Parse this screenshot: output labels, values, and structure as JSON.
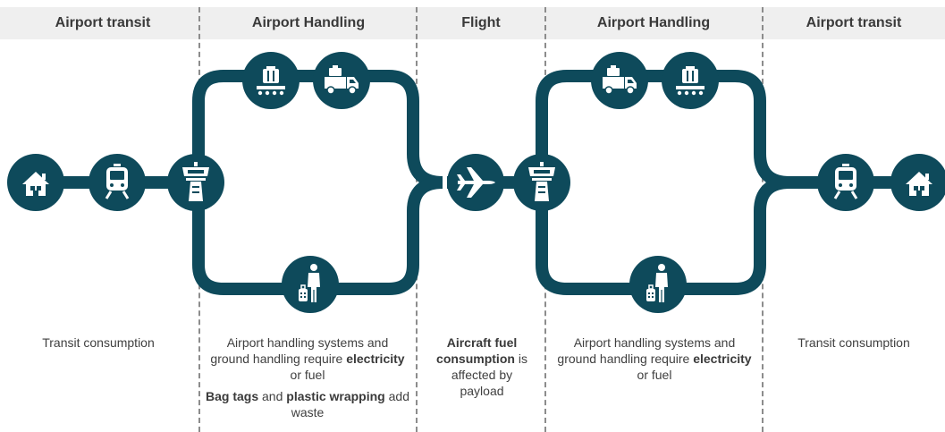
{
  "colors": {
    "path": "#0e4a5b",
    "icon": "#ffffff",
    "header_bg": "#efefef",
    "divider": "#8c8c8c"
  },
  "columns": [
    {
      "title": "Airport transit"
    },
    {
      "title": "Airport Handling"
    },
    {
      "title": "Flight"
    },
    {
      "title": "Airport Handling"
    },
    {
      "title": "Airport transit"
    }
  ],
  "descriptions": {
    "left_transit": "Transit consumption",
    "handling_1": {
      "line1_a": "Airport handling systems and ground handling require ",
      "line1_b": "electricity",
      "line1_c": " or fuel",
      "line2_a": "Bag tags",
      "line2_b": " and ",
      "line2_c": "plastic wrapping",
      "line2_d": " add waste"
    },
    "flight": {
      "a": "Aircraft fuel consumption",
      "b": " is affected by payload"
    },
    "handling_2": {
      "a": "Airport handling systems and ground handling require ",
      "b": "electricity",
      "c": " or fuel"
    },
    "right_transit": "Transit consumption"
  },
  "icons": [
    "home-icon",
    "train-icon",
    "control-tower-icon",
    "baggage-conveyor-icon",
    "baggage-truck-icon",
    "passenger-luggage-icon",
    "airplane-icon"
  ]
}
